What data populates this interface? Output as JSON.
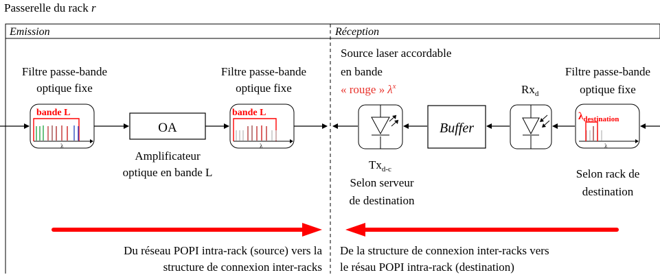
{
  "page_title": "Passerelle du rack r",
  "page_title_base": "Passerelle du rack ",
  "page_title_var": "r",
  "sections": {
    "emission": "Emission",
    "reception": "Réception"
  },
  "emission": {
    "filter1": {
      "line1": "Filtre passe-bande",
      "line2": "optique fixe",
      "band": "bande L"
    },
    "amplifier": {
      "box": "OA",
      "line1": "Amplificateur",
      "line2": "optique en bande L"
    },
    "filter2": {
      "line1": "Filtre passe-bande",
      "line2": "optique fixe",
      "band": "bande L"
    },
    "lambda": "λ"
  },
  "reception": {
    "laser": {
      "line1": "Source laser accordable",
      "line2": "en bande",
      "line3": "« rouge »",
      "lambda_sym": "λ",
      "lambda_sup": "x"
    },
    "tx": {
      "name": "Tx",
      "sub": "d-c",
      "line1": "Selon serveur",
      "line2": "de destination"
    },
    "buffer": "Buffer",
    "rx": {
      "name": "Rx",
      "sub": "d"
    },
    "filter": {
      "line1": "Filtre passe-bande",
      "line2": "optique fixe",
      "lambda_sym": "λ",
      "lambda_sub": "destination",
      "line3": "Selon rack de",
      "line4": "destination"
    },
    "lambda": "λ"
  },
  "footer": {
    "left_line1": "Du réseau POPI intra-rack (source) vers la",
    "left_line2": "structure de connexion inter-racks",
    "right_line1": "De la structure de connexion inter-racks vers",
    "right_line2": "le résau POPI intra-rack  (destination)"
  },
  "colors": {
    "accent_red": "#ff0000",
    "lines": "#000000",
    "rouge_label": "#e8322b"
  }
}
